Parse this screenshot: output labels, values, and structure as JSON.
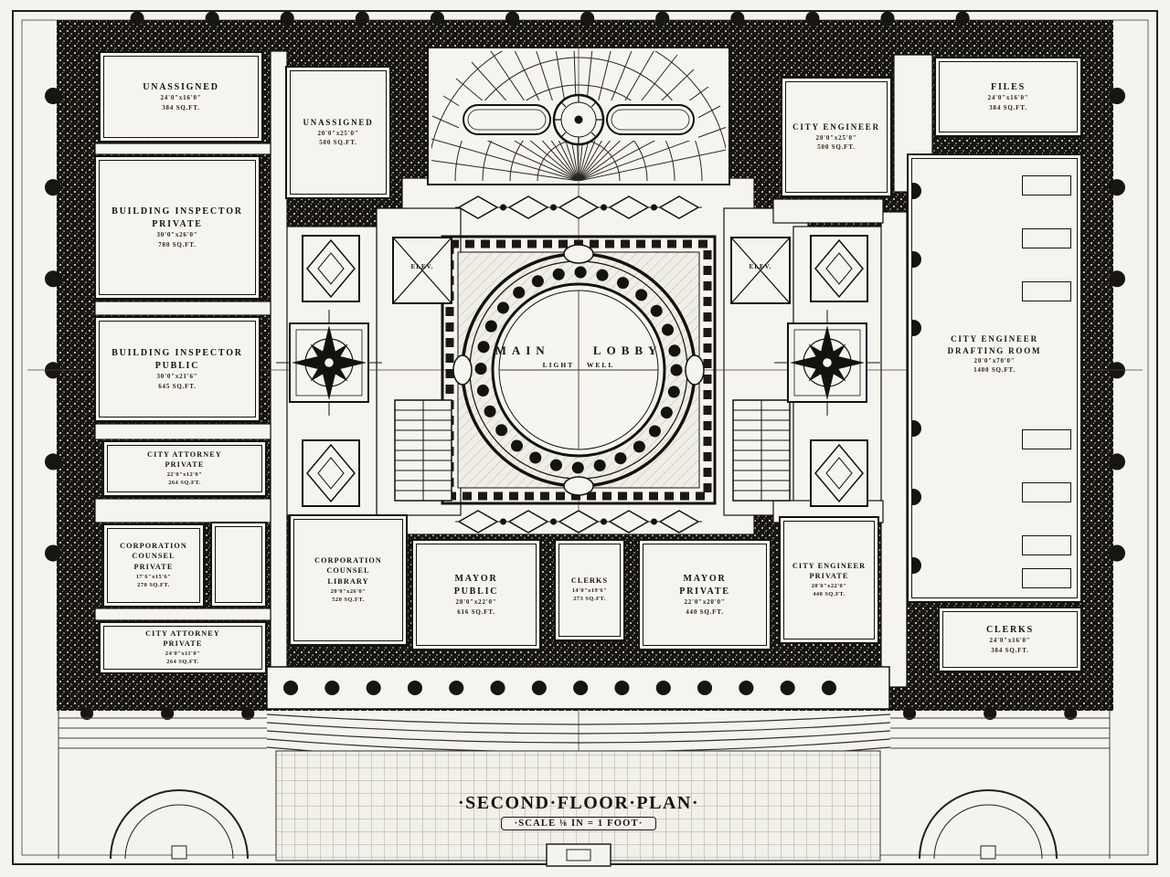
{
  "title": {
    "line1": "·SECOND·FLOOR·PLAN·",
    "line2": "·SCALE ⅛ IN = 1 FOOT·"
  },
  "lobby": {
    "name": "MAIN LOBBY",
    "sub": "LIGHT WELL"
  },
  "elevators": [
    {
      "label": "ELEV."
    },
    {
      "label": "ELEV."
    }
  ],
  "colors": {
    "ink": "#17140e",
    "paper": "#f4f3ee"
  },
  "rooms": [
    {
      "name": "UNASSIGNED",
      "name2": "",
      "name3": "",
      "dims": "24'0\"x16'0\"",
      "area": "384 SQ.FT."
    },
    {
      "name": "BUILDING INSPECTOR",
      "name2": "PRIVATE",
      "name3": "",
      "dims": "30'0\"x26'0\"",
      "area": "780 SQ.FT."
    },
    {
      "name": "BUILDING INSPECTOR",
      "name2": "PUBLIC",
      "name3": "",
      "dims": "30'0\"x21'6\"",
      "area": "645 SQ.FT."
    },
    {
      "name": "CITY ATTORNEY",
      "name2": "PRIVATE",
      "name3": "",
      "dims": "22'0\"x12'0\"",
      "area": "264 SQ.FT."
    },
    {
      "name": "CORPORATION",
      "name2": "COUNSEL",
      "name3": "PRIVATE",
      "dims": "17'6\"x15'6\"",
      "area": "270 SQ.FT."
    },
    {
      "name": "CITY ATTORNEY",
      "name2": "PRIVATE",
      "name3": "",
      "dims": "24'0\"x11'0\"",
      "area": "264 SQ.FT."
    },
    {
      "name": "UNASSIGNED",
      "name2": "",
      "name3": "",
      "dims": "20'0\"x25'0\"",
      "area": "500 SQ.FT."
    },
    {
      "name": "CORPORATION",
      "name2": "COUNSEL",
      "name3": "LIBRARY",
      "dims": "20'0\"x26'0\"",
      "area": "520 SQ.FT."
    },
    {
      "name": "MAYOR",
      "name2": "PUBLIC",
      "name3": "",
      "dims": "28'0\"x22'0\"",
      "area": "616 SQ.FT."
    },
    {
      "name": "CLERKS",
      "name2": "",
      "name3": "",
      "dims": "14'0\"x19'6\"",
      "area": "273 SQ.FT."
    },
    {
      "name": "MAYOR",
      "name2": "PRIVATE",
      "name3": "",
      "dims": "22'0\"x20'0\"",
      "area": "440 SQ.FT."
    },
    {
      "name": "CITY ENGINEER",
      "name2": "",
      "name3": "",
      "dims": "20'0\"x25'0\"",
      "area": "500 SQ.FT."
    },
    {
      "name": "CITY ENGINEER",
      "name2": "PRIVATE",
      "name3": "",
      "dims": "20'0\"x22'0\"",
      "area": "440 SQ.FT."
    },
    {
      "name": "CITY ENGINEER",
      "name2": "DRAFTING ROOM",
      "name3": "",
      "dims": "20'0\"x70'0\"",
      "area": "1400 SQ.FT."
    },
    {
      "name": "FILES",
      "name2": "",
      "name3": "",
      "dims": "24'0\"x16'0\"",
      "area": "384 SQ.FT."
    },
    {
      "name": "CLERKS",
      "name2": "",
      "name3": "",
      "dims": "24'0\"x16'0\"",
      "area": "384 SQ.FT."
    }
  ]
}
